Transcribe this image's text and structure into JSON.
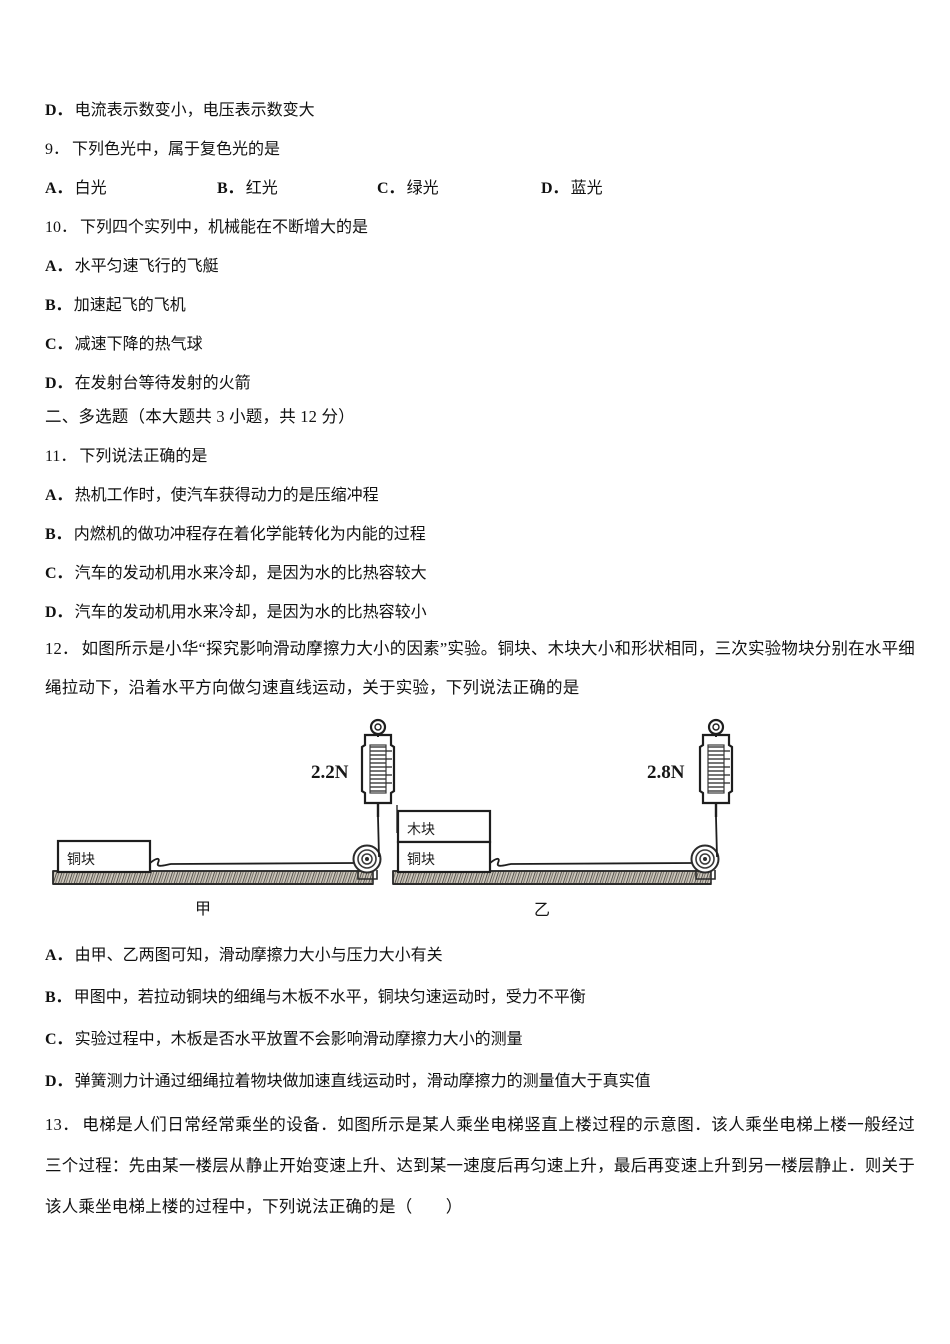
{
  "document": {
    "language": "zh-CN",
    "subject_hint": "初中物理试题"
  },
  "top_option": {
    "label": "D．",
    "text": "电流表示数变小，电压表示数变大"
  },
  "question_9": {
    "number": "9．",
    "stem": "下列色光中，属于复色光的是",
    "options": [
      {
        "label": "A．",
        "text": "白光"
      },
      {
        "label": "B．",
        "text": "红光"
      },
      {
        "label": "C．",
        "text": "绿光"
      },
      {
        "label": "D．",
        "text": "蓝光"
      }
    ]
  },
  "question_10": {
    "number": "10．",
    "stem": "下列四个实列中，机械能在不断增大的是",
    "options": [
      {
        "label": "A．",
        "text": "水平匀速飞行的飞艇"
      },
      {
        "label": "B．",
        "text": "加速起飞的飞机"
      },
      {
        "label": "C．",
        "text": "减速下降的热气球"
      },
      {
        "label": "D．",
        "text": "在发射台等待发射的火箭"
      }
    ]
  },
  "section_two": {
    "heading": "二、多选题（本大题共 3 小题，共 12 分）"
  },
  "question_11": {
    "number": "11．",
    "stem": "下列说法正确的是",
    "options": [
      {
        "label": "A．",
        "text": "热机工作时，使汽车获得动力的是压缩冲程"
      },
      {
        "label": "B．",
        "text": "内燃机的做功冲程存在着化学能转化为内能的过程"
      },
      {
        "label": "C．",
        "text": "汽车的发动机用水来冷却，是因为水的比热容较大"
      },
      {
        "label": "D．",
        "text": "汽车的发动机用水来冷却，是因为水的比热容较小"
      }
    ]
  },
  "question_12": {
    "number": "12．",
    "stem": "如图所示是小华“探究影响滑动摩擦力大小的因素”实验。铜块、木块大小和形状相同，三次实验物块分别在水平细绳拉动下，沿着水平方向做匀速直线运动，关于实验，下列说法正确的是",
    "figure": {
      "name": "friction-experiment-diagram",
      "left": {
        "caption": "甲",
        "force_reading": "2.2N",
        "blocks": [
          "铜块"
        ],
        "instrument": "spring-scale",
        "pulley": "pulley"
      },
      "right": {
        "caption": "乙",
        "force_reading": "2.8N",
        "blocks": [
          "木块",
          "铜块"
        ],
        "instrument": "spring-scale",
        "pulley": "pulley"
      }
    },
    "options": [
      {
        "label": "A．",
        "text": "由甲、乙两图可知，滑动摩擦力大小与压力大小有关"
      },
      {
        "label": "B．",
        "text": "甲图中，若拉动铜块的细绳与木板不水平，铜块匀速运动时，受力不平衡"
      },
      {
        "label": "C．",
        "text": "实验过程中，木板是否水平放置不会影响滑动摩擦力大小的测量"
      },
      {
        "label": "D．",
        "text": "弹簧测力计通过细绳拉着物块做加速直线运动时，滑动摩擦力的测量值大于真实值"
      }
    ]
  },
  "question_13": {
    "number": "13．",
    "stem": "电梯是人们日常经常乘坐的设备．如图所示是某人乘坐电梯竖直上楼过程的示意图．该人乘坐电梯上楼一般经过三个过程：先由某一楼层从静止开始变速上升、达到某一速度后再匀速上升，最后再变速上升到另一楼层静止．则关于该人乘坐电梯上楼的过程中，下列说法正确的是（　　）"
  },
  "colors": {
    "ink": "#111111",
    "figure_line": "#2b2b2b",
    "board_fill": "#b5b0a6",
    "page_bg": "#ffffff"
  }
}
